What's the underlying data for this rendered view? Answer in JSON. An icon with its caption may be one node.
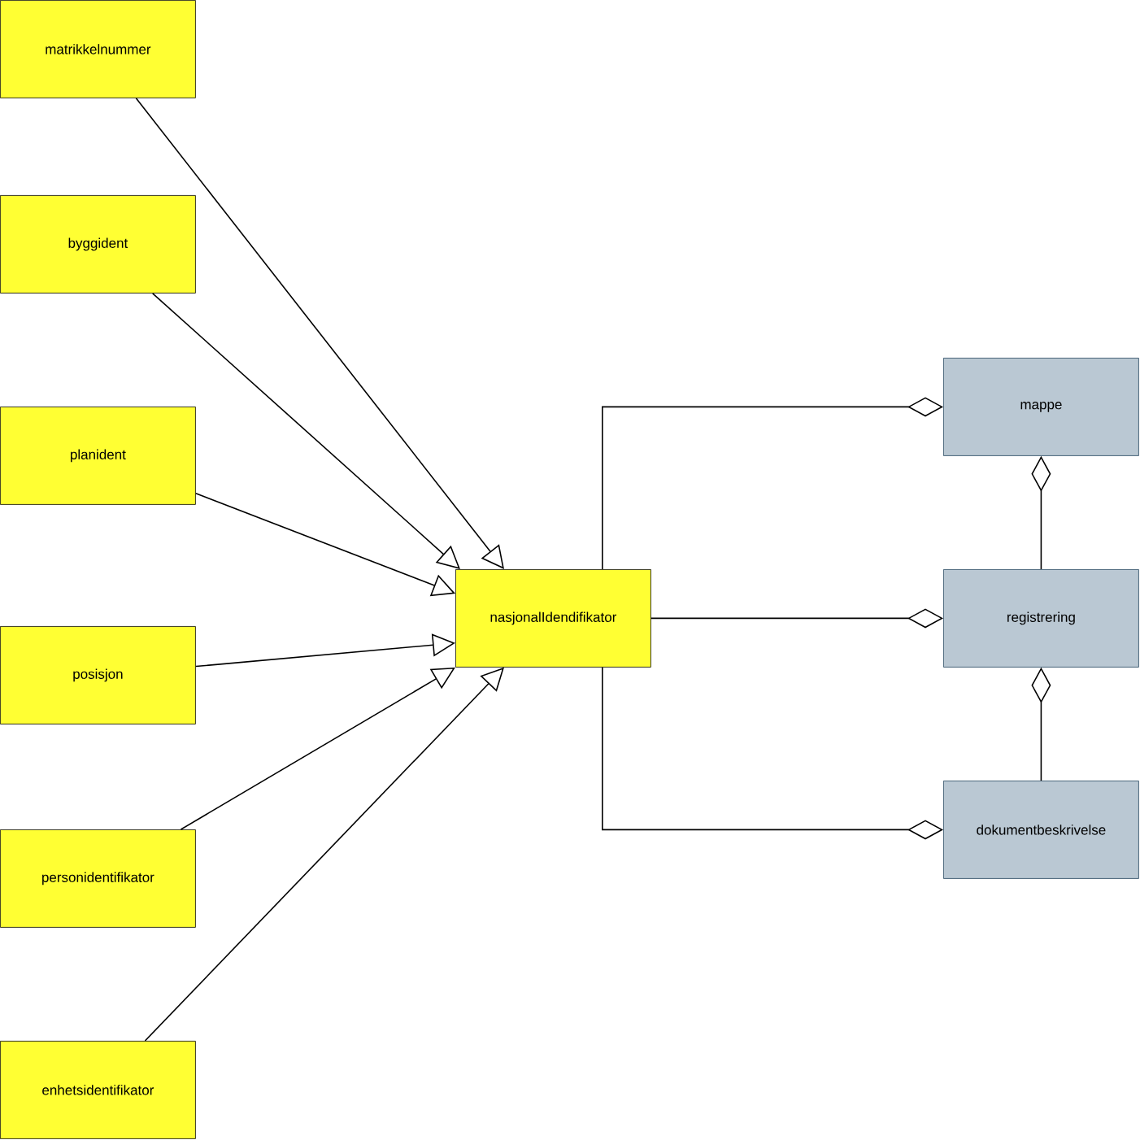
{
  "diagram": {
    "nodes": [
      {
        "text": [
          "matrikkelnummer"
        ]
      },
      {
        "text": [
          "byggident"
        ]
      },
      {
        "text": [
          "planident"
        ]
      },
      {
        "text": [
          "posisjon"
        ]
      },
      {
        "text": [
          "personidentifikator"
        ]
      },
      {
        "text": [
          "enhetsidentifikator"
        ]
      },
      {
        "text": [
          "nasjonalIdendifikator"
        ]
      },
      {
        "text": [
          "mappe"
        ]
      },
      {
        "text": [
          "registrering"
        ]
      },
      {
        "text": [
          "dokumentbeskrivelse"
        ]
      }
    ],
    "edges": [
      {
        "from": 0,
        "to": 6,
        "arrow": "to"
      },
      {
        "from": 1,
        "to": 6,
        "arrow": "to"
      },
      {
        "from": 2,
        "to": 6,
        "arrow": "to"
      },
      {
        "from": 3,
        "to": 6,
        "arrow": "to"
      },
      {
        "from": 4,
        "to": 6,
        "arrow": "to"
      },
      {
        "from": 5,
        "to": 6,
        "arrow": "to"
      },
      {
        "from": 6,
        "to": 7,
        "arrow": "other"
      },
      {
        "from": 6,
        "to": 8,
        "arrow": "other"
      },
      {
        "from": 6,
        "to": 9,
        "arrow": "other"
      },
      {
        "from": 8,
        "to": 7,
        "arrow": "other"
      },
      {
        "from": 9,
        "to": 8,
        "arrow": "other"
      }
    ]
  }
}
